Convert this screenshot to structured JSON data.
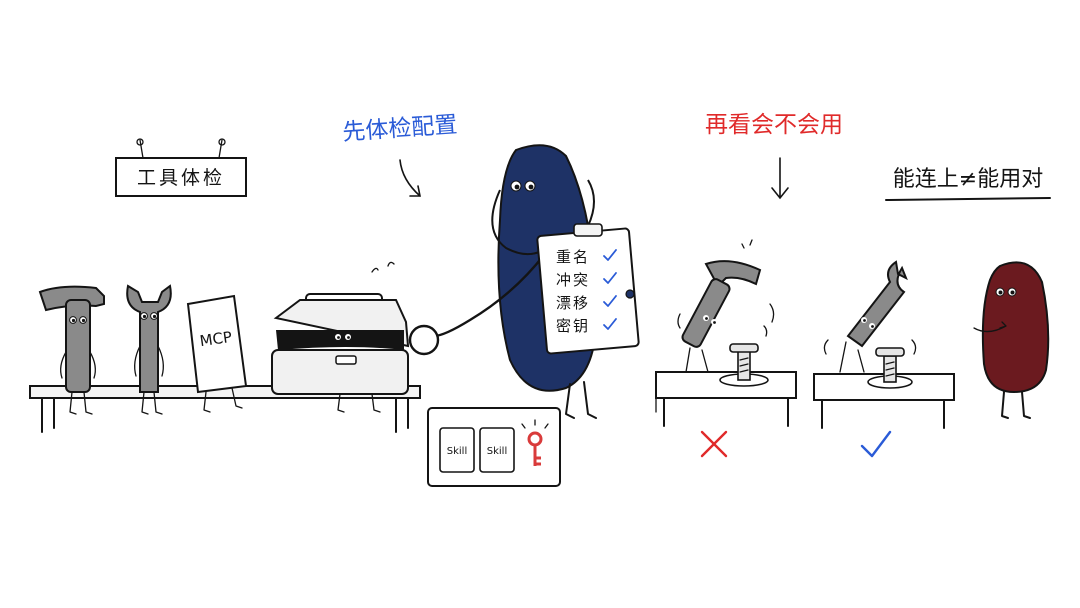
{
  "sign": {
    "text": "工具体检"
  },
  "center_caption": {
    "text": "先体检配置",
    "color": "#2a5bd7"
  },
  "right_caption": {
    "text": "再看会不会用",
    "color": "#e02a2a"
  },
  "far_right_caption": {
    "text": "能连上≠能用对"
  },
  "mcp_card": {
    "text": "MCP"
  },
  "clipboard": {
    "items": [
      {
        "label": "重名"
      },
      {
        "label": "冲突"
      },
      {
        "label": "漂移"
      },
      {
        "label": "密钥"
      }
    ],
    "check_color": "#2a5bd7"
  },
  "skill_box": {
    "cards": [
      {
        "label": "Skill"
      },
      {
        "label": "Skill"
      }
    ],
    "key_color": "#d93b3b"
  },
  "results": {
    "fail_color": "#e02a2a",
    "pass_color": "#2a5bd7"
  },
  "colors": {
    "doctor_body": "#1e3266",
    "observer_body": "#6b1a1f",
    "tool_gray": "#8a8a8a",
    "toolbox": "#f1f1f1"
  }
}
